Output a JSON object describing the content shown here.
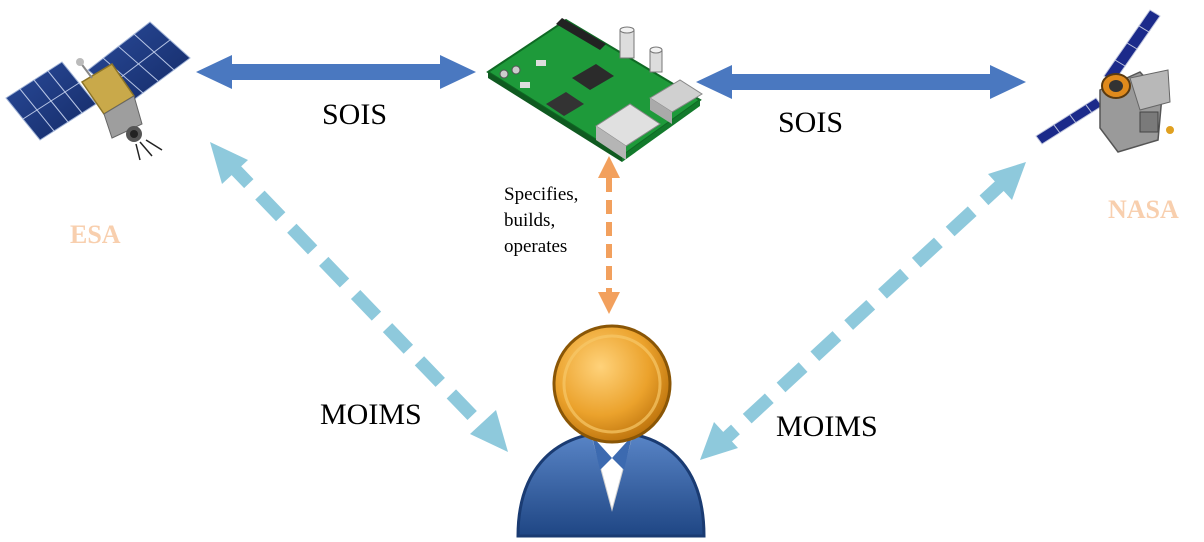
{
  "labels": {
    "sois_left": "SOIS",
    "sois_right": "SOIS",
    "moims_left": "MOIMS",
    "moims_right": "MOIMS",
    "agency_left": "ESA",
    "agency_right": "NASA",
    "operator_note": "Specifies, builds, operates"
  },
  "colors": {
    "sois_arrow": "#4a78c0",
    "moims_arrow": "#8ec9dc",
    "operator_arrow": "#f2a05d",
    "agency_text": "#f8cfae",
    "board_green": "#1e9a3a",
    "user_head": "#e39a1c",
    "user_body": "#2f5fa6"
  },
  "icons": {
    "left_satellite": "satellite-icon",
    "right_spacecraft": "spacecraft-icon",
    "onboard_computer": "circuit-board-icon",
    "user": "user-icon"
  }
}
